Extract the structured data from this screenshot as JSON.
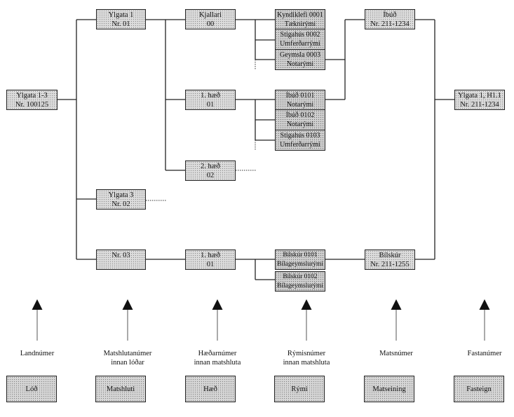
{
  "diagram": {
    "root": {
      "line1": "Ylgata 1-3",
      "line2": "Nr. 100125"
    },
    "matshlutar": [
      {
        "line1": "Ylgata 1",
        "line2": "Nr. 01"
      },
      {
        "line1": "Ylgata 3",
        "line2": "Nr. 02"
      },
      {
        "line1": "Nr. 03",
        "line2": ""
      }
    ],
    "haedir": [
      {
        "line1": "Kjallari",
        "line2": "00"
      },
      {
        "line1": "1. hæð",
        "line2": "01"
      },
      {
        "line1": "2. hæð",
        "line2": "02"
      },
      {
        "line1": "1. hæð",
        "line2": "01"
      }
    ],
    "rymi_groups": [
      [
        {
          "line1": "Kyndiklefi 0001",
          "line2": "Tæknirými"
        },
        {
          "line1": "Stigahús 0002",
          "line2": "Umferðarrými"
        },
        {
          "line1": "Geymsla 0003",
          "line2": "Notarými"
        }
      ],
      [
        {
          "line1": "Íbúð 0101",
          "line2": "Notarými"
        },
        {
          "line1": "Íbúð 0102",
          "line2": "Notarými"
        },
        {
          "line1": "Stigahús 0103",
          "line2": "Umferðarrými"
        }
      ],
      [
        {
          "line1": "Bílskúr 0101",
          "line2": "Bílageymslurými"
        },
        {
          "line1": "Bílskúr 0102",
          "line2": "Bílageymslurými"
        }
      ]
    ],
    "matseiningar": [
      {
        "line1": "Íbúð",
        "line2": "Nr. 211-1234"
      },
      {
        "line1": "Bílskúr",
        "line2": "Nr. 211-1255"
      }
    ],
    "fasteign": {
      "line1": "Ylgata 1, H1.1",
      "line2": "Nr. 211-1234"
    }
  },
  "legend": [
    {
      "caption1": "Landnúmer",
      "caption2": "",
      "box": "Lóð"
    },
    {
      "caption1": "Matshlutanúmer",
      "caption2": "innan lóðar",
      "box": "Matshluti"
    },
    {
      "caption1": "Hæðarnúmer",
      "caption2": "innan matshluta",
      "box": "Hæð"
    },
    {
      "caption1": "Rýmisnúmer",
      "caption2": "innan matshluta",
      "box": "Rými"
    },
    {
      "caption1": "Matsnúmer",
      "caption2": "",
      "box": "Matseining"
    },
    {
      "caption1": "Fastanúmer",
      "caption2": "",
      "box": "Fasteign"
    }
  ]
}
